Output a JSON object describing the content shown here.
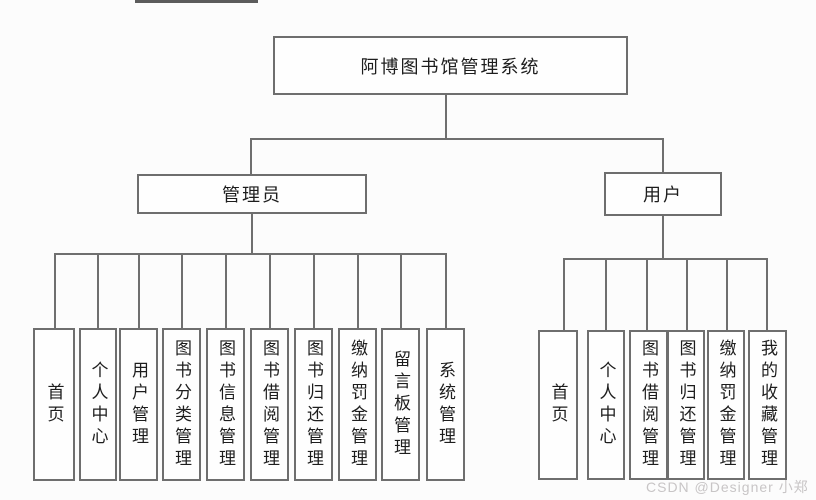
{
  "diagram": {
    "root": {
      "label": "阿博图书馆管理系统"
    },
    "branches": [
      {
        "label": "管理员",
        "children": [
          "首页",
          "个人中心",
          "用户管理",
          "图书分类管理",
          "图书信息管理",
          "图书借阅管理",
          "图书归还管理",
          "缴纳罚金管理",
          "留言板管理",
          "系统管理"
        ]
      },
      {
        "label": "用户",
        "children": [
          "首页",
          "个人中心",
          "图书借阅管理",
          "图书归还管理",
          "缴纳罚金管理",
          "我的收藏管理"
        ]
      }
    ]
  },
  "watermark": "CSDN @Designer 小郑",
  "colors": {
    "box_border": "#6e6e6e",
    "connector": "#6f6f6f",
    "text": "#1d1d1d",
    "watermark_text": "#c8c5c6",
    "background": "#fcfcfc"
  }
}
